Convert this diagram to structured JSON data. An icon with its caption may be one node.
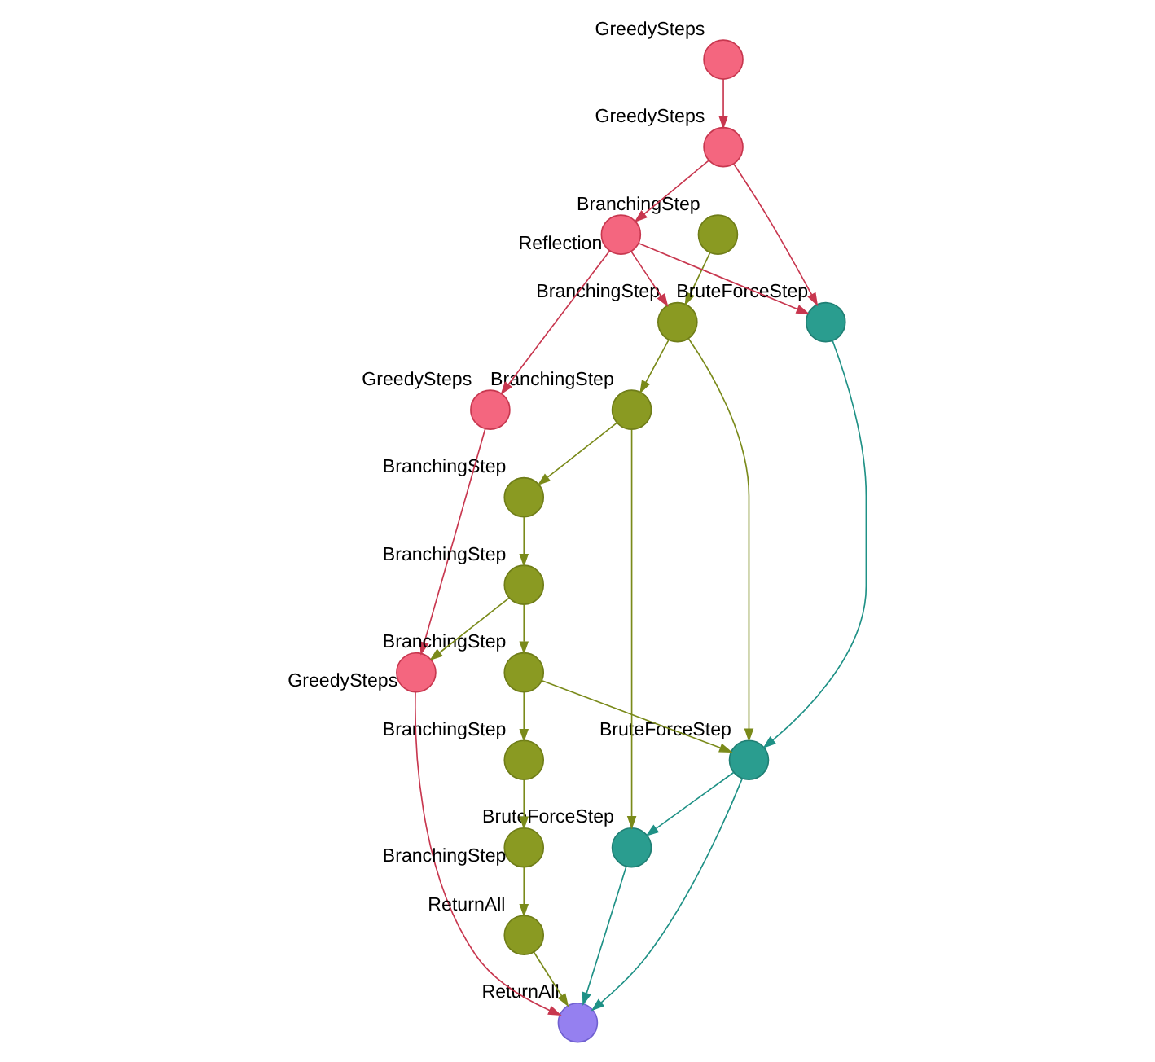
{
  "diagram": {
    "nodes": [
      {
        "text": [],
        "shape": "circle",
        "beside": [
          "GreedySteps"
        ]
      },
      {
        "text": [],
        "shape": "circle",
        "beside": [
          "BranchingStep"
        ]
      },
      {
        "text": [],
        "shape": "circle",
        "beside": [
          "GreedySteps"
        ]
      },
      {
        "text": [],
        "shape": "circle",
        "beside": [
          "BruteForceStep"
        ]
      },
      {
        "text": [],
        "shape": "circle",
        "beside": [
          "BranchingStep"
        ]
      },
      {
        "text": [],
        "shape": "circle",
        "beside": [
          "Reflection"
        ]
      },
      {
        "text": [],
        "shape": "circle",
        "beside": [
          "BranchingStep"
        ]
      },
      {
        "text": [],
        "shape": "circle",
        "beside": [
          "BruteForceStep"
        ]
      },
      {
        "text": [],
        "shape": "circle",
        "beside": [
          "BruteForceStep"
        ]
      },
      {
        "text": [],
        "shape": "circle",
        "beside": [
          "GreedySteps"
        ]
      },
      {
        "text": [],
        "shape": "circle",
        "beside": [
          "ReturnAll"
        ]
      },
      {
        "text": [],
        "shape": "circle",
        "beside": [
          "BranchingStep"
        ]
      },
      {
        "text": [],
        "shape": "circle",
        "beside": [
          "BranchingStep"
        ]
      },
      {
        "text": [],
        "shape": "circle",
        "beside": [
          "BranchingStep"
        ]
      },
      {
        "text": [],
        "shape": "circle",
        "beside": [
          "GreedySteps"
        ]
      },
      {
        "text": [],
        "shape": "circle",
        "beside": [
          "ReturnAll"
        ]
      },
      {
        "text": [],
        "shape": "circle",
        "beside": [
          "BranchingStep"
        ]
      },
      {
        "text": [],
        "shape": "circle",
        "beside": [
          "BranchingStep"
        ]
      }
    ],
    "edges": [
      {
        "from": 0,
        "to": 2,
        "arrow": "to",
        "color": "#c8374f"
      },
      {
        "from": 2,
        "to": 3,
        "arrow": "to",
        "color": "#c8374f"
      },
      {
        "from": 2,
        "to": 5,
        "arrow": "to",
        "color": "#c8374f"
      },
      {
        "from": 5,
        "to": 3,
        "arrow": "to",
        "color": "#c8374f"
      },
      {
        "from": 5,
        "to": 4,
        "arrow": "to",
        "color": "#c8374f"
      },
      {
        "from": 1,
        "to": 4,
        "arrow": "to"
      },
      {
        "from": 4,
        "to": 7,
        "arrow": "to"
      },
      {
        "from": 4,
        "to": 6,
        "arrow": "to"
      },
      {
        "from": 3,
        "to": 7,
        "arrow": "to",
        "color": "#1f9186"
      },
      {
        "from": 7,
        "to": 8,
        "arrow": "to",
        "color": "#1f9186"
      },
      {
        "from": 6,
        "to": 8,
        "arrow": "to"
      },
      {
        "from": 6,
        "to": 11,
        "arrow": "to"
      },
      {
        "from": 7,
        "to": 10,
        "arrow": "to",
        "color": "#1f9186"
      },
      {
        "from": 8,
        "to": 10,
        "arrow": "to",
        "color": "#1f9186"
      },
      {
        "from": 5,
        "to": 9,
        "arrow": "to",
        "color": "#c8374f"
      },
      {
        "from": 9,
        "to": 14,
        "arrow": "to",
        "color": "#c8374f"
      },
      {
        "from": 14,
        "to": 10,
        "arrow": "to",
        "color": "#c8374f"
      },
      {
        "from": 11,
        "to": 13,
        "arrow": "to"
      },
      {
        "from": 13,
        "to": 12,
        "arrow": "to"
      },
      {
        "from": 13,
        "to": 14,
        "arrow": "to"
      },
      {
        "from": 12,
        "to": 7,
        "arrow": "to"
      },
      {
        "from": 12,
        "to": 16,
        "arrow": "to"
      },
      {
        "from": 16,
        "to": 17,
        "arrow": "to"
      },
      {
        "from": 17,
        "to": 15,
        "arrow": "to"
      },
      {
        "from": 15,
        "to": 10,
        "arrow": "to"
      }
    ]
  }
}
